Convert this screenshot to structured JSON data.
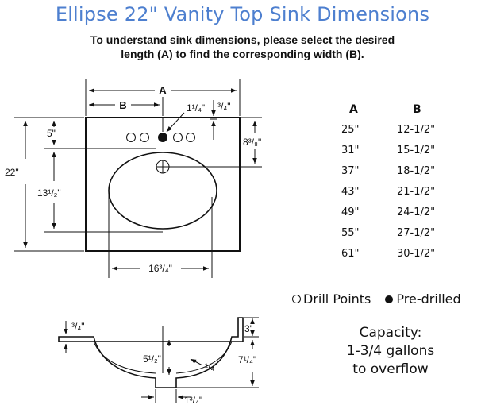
{
  "header": {
    "title": "Ellipse 22\" Vanity Top Sink Dimensions",
    "subtitle_line1": "To understand sink dimensions, please select the desired",
    "subtitle_line2": "length (A) to find the corresponding width (B)."
  },
  "top_view": {
    "label_a": "A",
    "label_b": "B",
    "dim_1_1_4": "1¹/₄\"",
    "dim_3_4": "³/₄\"",
    "dim_5": "5\"",
    "dim_8_3_8": "8³/₈\"",
    "dim_22": "22\"",
    "dim_13_1_2": "13¹/₂\"",
    "dim_16_3_4": "16³/₄\""
  },
  "table": {
    "header_a": "A",
    "header_b": "B",
    "rows": [
      {
        "a": "25\"",
        "b": "12-1/2\""
      },
      {
        "a": "31\"",
        "b": "15-1/2\""
      },
      {
        "a": "37\"",
        "b": "18-1/2\""
      },
      {
        "a": "43\"",
        "b": "21-1/2\""
      },
      {
        "a": "49\"",
        "b": "24-1/2\""
      },
      {
        "a": "55\"",
        "b": "27-1/2\""
      },
      {
        "a": "61\"",
        "b": "30-1/2\""
      }
    ]
  },
  "legend": {
    "drill_points": "Drill Points",
    "pre_drilled": "Pre-drilled"
  },
  "side_view": {
    "dim_3_4": "³/₄\"",
    "dim_3": "3'",
    "dim_5_1_2": "5¹/₂\"",
    "dim_1_4": "¹/₄\"",
    "dim_7_1_4": "7¹/₄\"",
    "dim_1_3_4": "1³/₄\""
  },
  "capacity": {
    "line1": "Capacity:",
    "line2": "1-3/4 gallons",
    "line3": "to overflow"
  }
}
